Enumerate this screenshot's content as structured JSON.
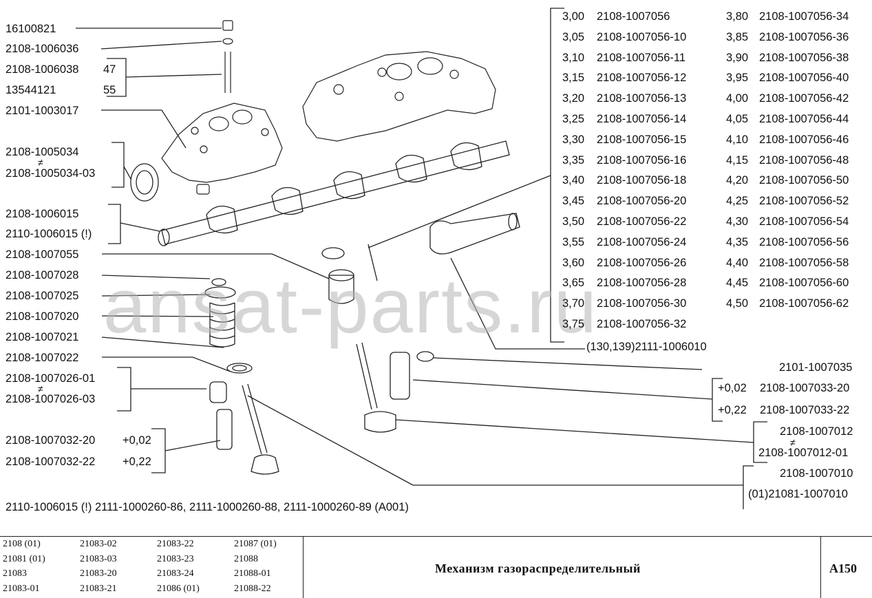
{
  "watermark": "ansat-parts.ru",
  "left_labels": [
    {
      "id": "l1",
      "text": "16100821"
    },
    {
      "id": "l2",
      "text": "2108-1006036"
    },
    {
      "id": "l3a",
      "text": "2108-1006038"
    },
    {
      "id": "l3b",
      "text": "47"
    },
    {
      "id": "l4a",
      "text": "13544121"
    },
    {
      "id": "l4b",
      "text": "55"
    },
    {
      "id": "l5",
      "text": "2101-1003017"
    },
    {
      "id": "l6",
      "text": "2108-1005034"
    },
    {
      "id": "l7",
      "text": "2108-1005034-03"
    },
    {
      "id": "l8",
      "text": "2108-1006015"
    },
    {
      "id": "l9",
      "text": "2110-1006015 (!)"
    },
    {
      "id": "l10",
      "text": "2108-1007055"
    },
    {
      "id": "l11",
      "text": "2108-1007028"
    },
    {
      "id": "l12",
      "text": "2108-1007025"
    },
    {
      "id": "l13",
      "text": "2108-1007020"
    },
    {
      "id": "l14",
      "text": "2108-1007021"
    },
    {
      "id": "l15",
      "text": "2108-1007022"
    },
    {
      "id": "l16",
      "text": "2108-1007026-01"
    },
    {
      "id": "l17",
      "text": "2108-1007026-03"
    },
    {
      "id": "l18a",
      "text": "2108-1007032-20"
    },
    {
      "id": "l18b",
      "text": "+0,02"
    },
    {
      "id": "l19a",
      "text": "2108-1007032-22"
    },
    {
      "id": "l19b",
      "text": "+0,22"
    }
  ],
  "neq_symbol": "≠",
  "shim_table": {
    "col1": [
      {
        "size": "3,00",
        "part": "2108-1007056"
      },
      {
        "size": "3,05",
        "part": "2108-1007056-10"
      },
      {
        "size": "3,10",
        "part": "2108-1007056-11"
      },
      {
        "size": "3,15",
        "part": "2108-1007056-12"
      },
      {
        "size": "3,20",
        "part": "2108-1007056-13"
      },
      {
        "size": "3,25",
        "part": "2108-1007056-14"
      },
      {
        "size": "3,30",
        "part": "2108-1007056-15"
      },
      {
        "size": "3,35",
        "part": "2108-1007056-16"
      },
      {
        "size": "3,40",
        "part": "2108-1007056-18"
      },
      {
        "size": "3,45",
        "part": "2108-1007056-20"
      },
      {
        "size": "3,50",
        "part": "2108-1007056-22"
      },
      {
        "size": "3,55",
        "part": "2108-1007056-24"
      },
      {
        "size": "3,60",
        "part": "2108-1007056-26"
      },
      {
        "size": "3,65",
        "part": "2108-1007056-28"
      },
      {
        "size": "3,70",
        "part": "2108-1007056-30"
      },
      {
        "size": "3,75",
        "part": "2108-1007056-32"
      }
    ],
    "col2": [
      {
        "size": "3,80",
        "part": "2108-1007056-34"
      },
      {
        "size": "3,85",
        "part": "2108-1007056-36"
      },
      {
        "size": "3,90",
        "part": "2108-1007056-38"
      },
      {
        "size": "3,95",
        "part": "2108-1007056-40"
      },
      {
        "size": "4,00",
        "part": "2108-1007056-42"
      },
      {
        "size": "4,05",
        "part": "2108-1007056-44"
      },
      {
        "size": "4,10",
        "part": "2108-1007056-46"
      },
      {
        "size": "4,15",
        "part": "2108-1007056-48"
      },
      {
        "size": "4,20",
        "part": "2108-1007056-50"
      },
      {
        "size": "4,25",
        "part": "2108-1007056-52"
      },
      {
        "size": "4,30",
        "part": "2108-1007056-54"
      },
      {
        "size": "4,35",
        "part": "2108-1007056-56"
      },
      {
        "size": "4,40",
        "part": "2108-1007056-58"
      },
      {
        "size": "4,45",
        "part": "2108-1007056-60"
      },
      {
        "size": "4,50",
        "part": "2108-1007056-62"
      }
    ]
  },
  "right_labels": [
    {
      "id": "r1",
      "text": "(130,139)2111-1006010"
    },
    {
      "id": "r2",
      "text": "2101-1007035"
    },
    {
      "id": "r3a",
      "text": "+0,02"
    },
    {
      "id": "r3b",
      "text": "2108-1007033-20"
    },
    {
      "id": "r4a",
      "text": "+0,22"
    },
    {
      "id": "r4b",
      "text": "2108-1007033-22"
    },
    {
      "id": "r5",
      "text": "2108-1007012"
    },
    {
      "id": "r6",
      "text": "2108-1007012-01"
    },
    {
      "id": "r7",
      "text": "2108-1007010"
    },
    {
      "id": "r8",
      "text": "(01)21081-1007010"
    }
  ],
  "bottom_note": "2110-1006015  (!)  2111-1000260-86,  2111-1000260-88,  2111-1000260-89 (A001)",
  "footer": {
    "models": [
      [
        "2108 (01)",
        "21083-02",
        "21083-22",
        "21087 (01)"
      ],
      [
        "21081 (01)",
        "21083-03",
        "21083-23",
        "21088"
      ],
      [
        "21083",
        "21083-20",
        "21083-24",
        "21088-01"
      ],
      [
        "21083-01",
        "21083-21",
        "21086 (01)",
        "21088-22"
      ]
    ],
    "title": "Механизм газораспределительный",
    "code": "A150"
  }
}
